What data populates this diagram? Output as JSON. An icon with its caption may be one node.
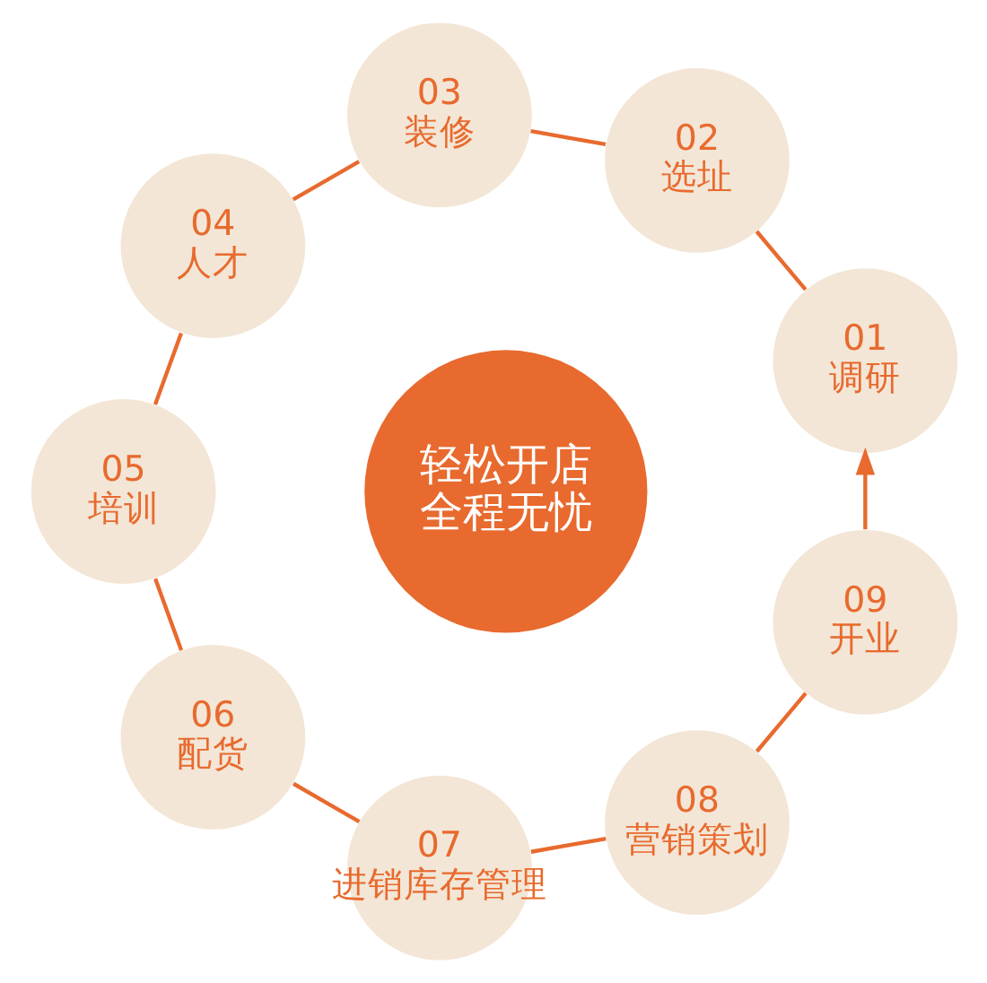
{
  "diagram": {
    "nodes": [
      {
        "text": [
          "轻松开店",
          "全程无忧"
        ]
      },
      {
        "text": [
          "01",
          "调研"
        ]
      },
      {
        "text": [
          "02",
          "选址"
        ]
      },
      {
        "text": [
          "03",
          "装修"
        ]
      },
      {
        "text": [
          "04",
          "人才"
        ]
      },
      {
        "text": [
          "05",
          "培训"
        ]
      },
      {
        "text": [
          "06",
          "配货"
        ]
      },
      {
        "text": [
          "07",
          "进销库存管理"
        ]
      },
      {
        "text": [
          "08",
          "营销策划"
        ]
      },
      {
        "text": [
          "09",
          "开业"
        ]
      }
    ],
    "edges": [
      {
        "from": 1,
        "to": 2,
        "arrow": "none"
      },
      {
        "from": 2,
        "to": 3,
        "arrow": "none"
      },
      {
        "from": 3,
        "to": 4,
        "arrow": "none"
      },
      {
        "from": 4,
        "to": 5,
        "arrow": "none"
      },
      {
        "from": 5,
        "to": 6,
        "arrow": "none"
      },
      {
        "from": 6,
        "to": 7,
        "arrow": "none"
      },
      {
        "from": 7,
        "to": 8,
        "arrow": "none"
      },
      {
        "from": 8,
        "to": 9,
        "arrow": "none"
      },
      {
        "from": 9,
        "to": 1,
        "arrow": "to"
      }
    ]
  }
}
